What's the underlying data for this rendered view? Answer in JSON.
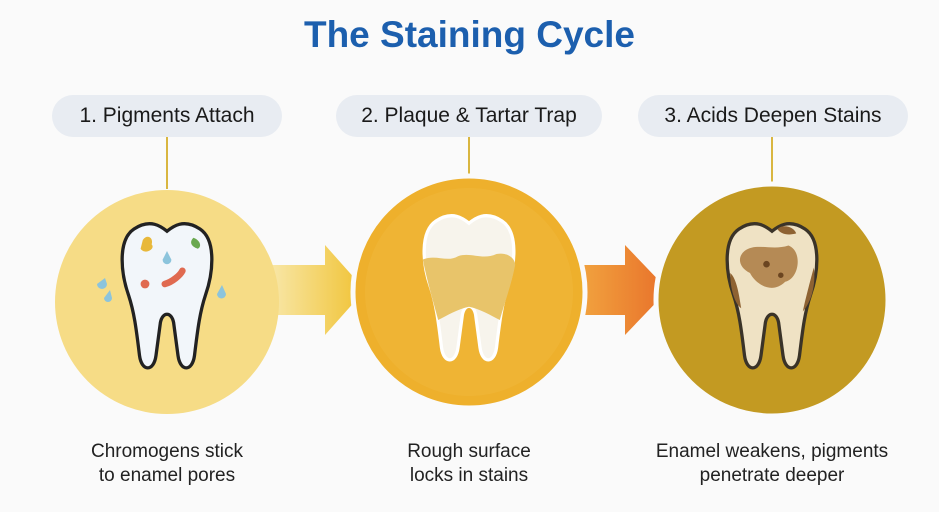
{
  "title": "The Staining Cycle",
  "steps": [
    {
      "label": "1. Pigments Attach",
      "caption_line1": "Chromogens stick",
      "caption_line2": "to enamel pores",
      "color": "#f6dc86"
    },
    {
      "label": "2. Plaque & Tartar Trap",
      "caption_line1": "Rough surface",
      "caption_line2": "locks in stains",
      "color": "#eeb02c"
    },
    {
      "label": "3. Acids Deepen Stains",
      "caption_line1": "Enamel weakens, pigments",
      "caption_line2": "penetrate deeper",
      "color": "#c39a22"
    }
  ],
  "colors": {
    "title": "#1c5fae",
    "arrow1": "#f0c43a",
    "arrow2": "#e8782a"
  }
}
